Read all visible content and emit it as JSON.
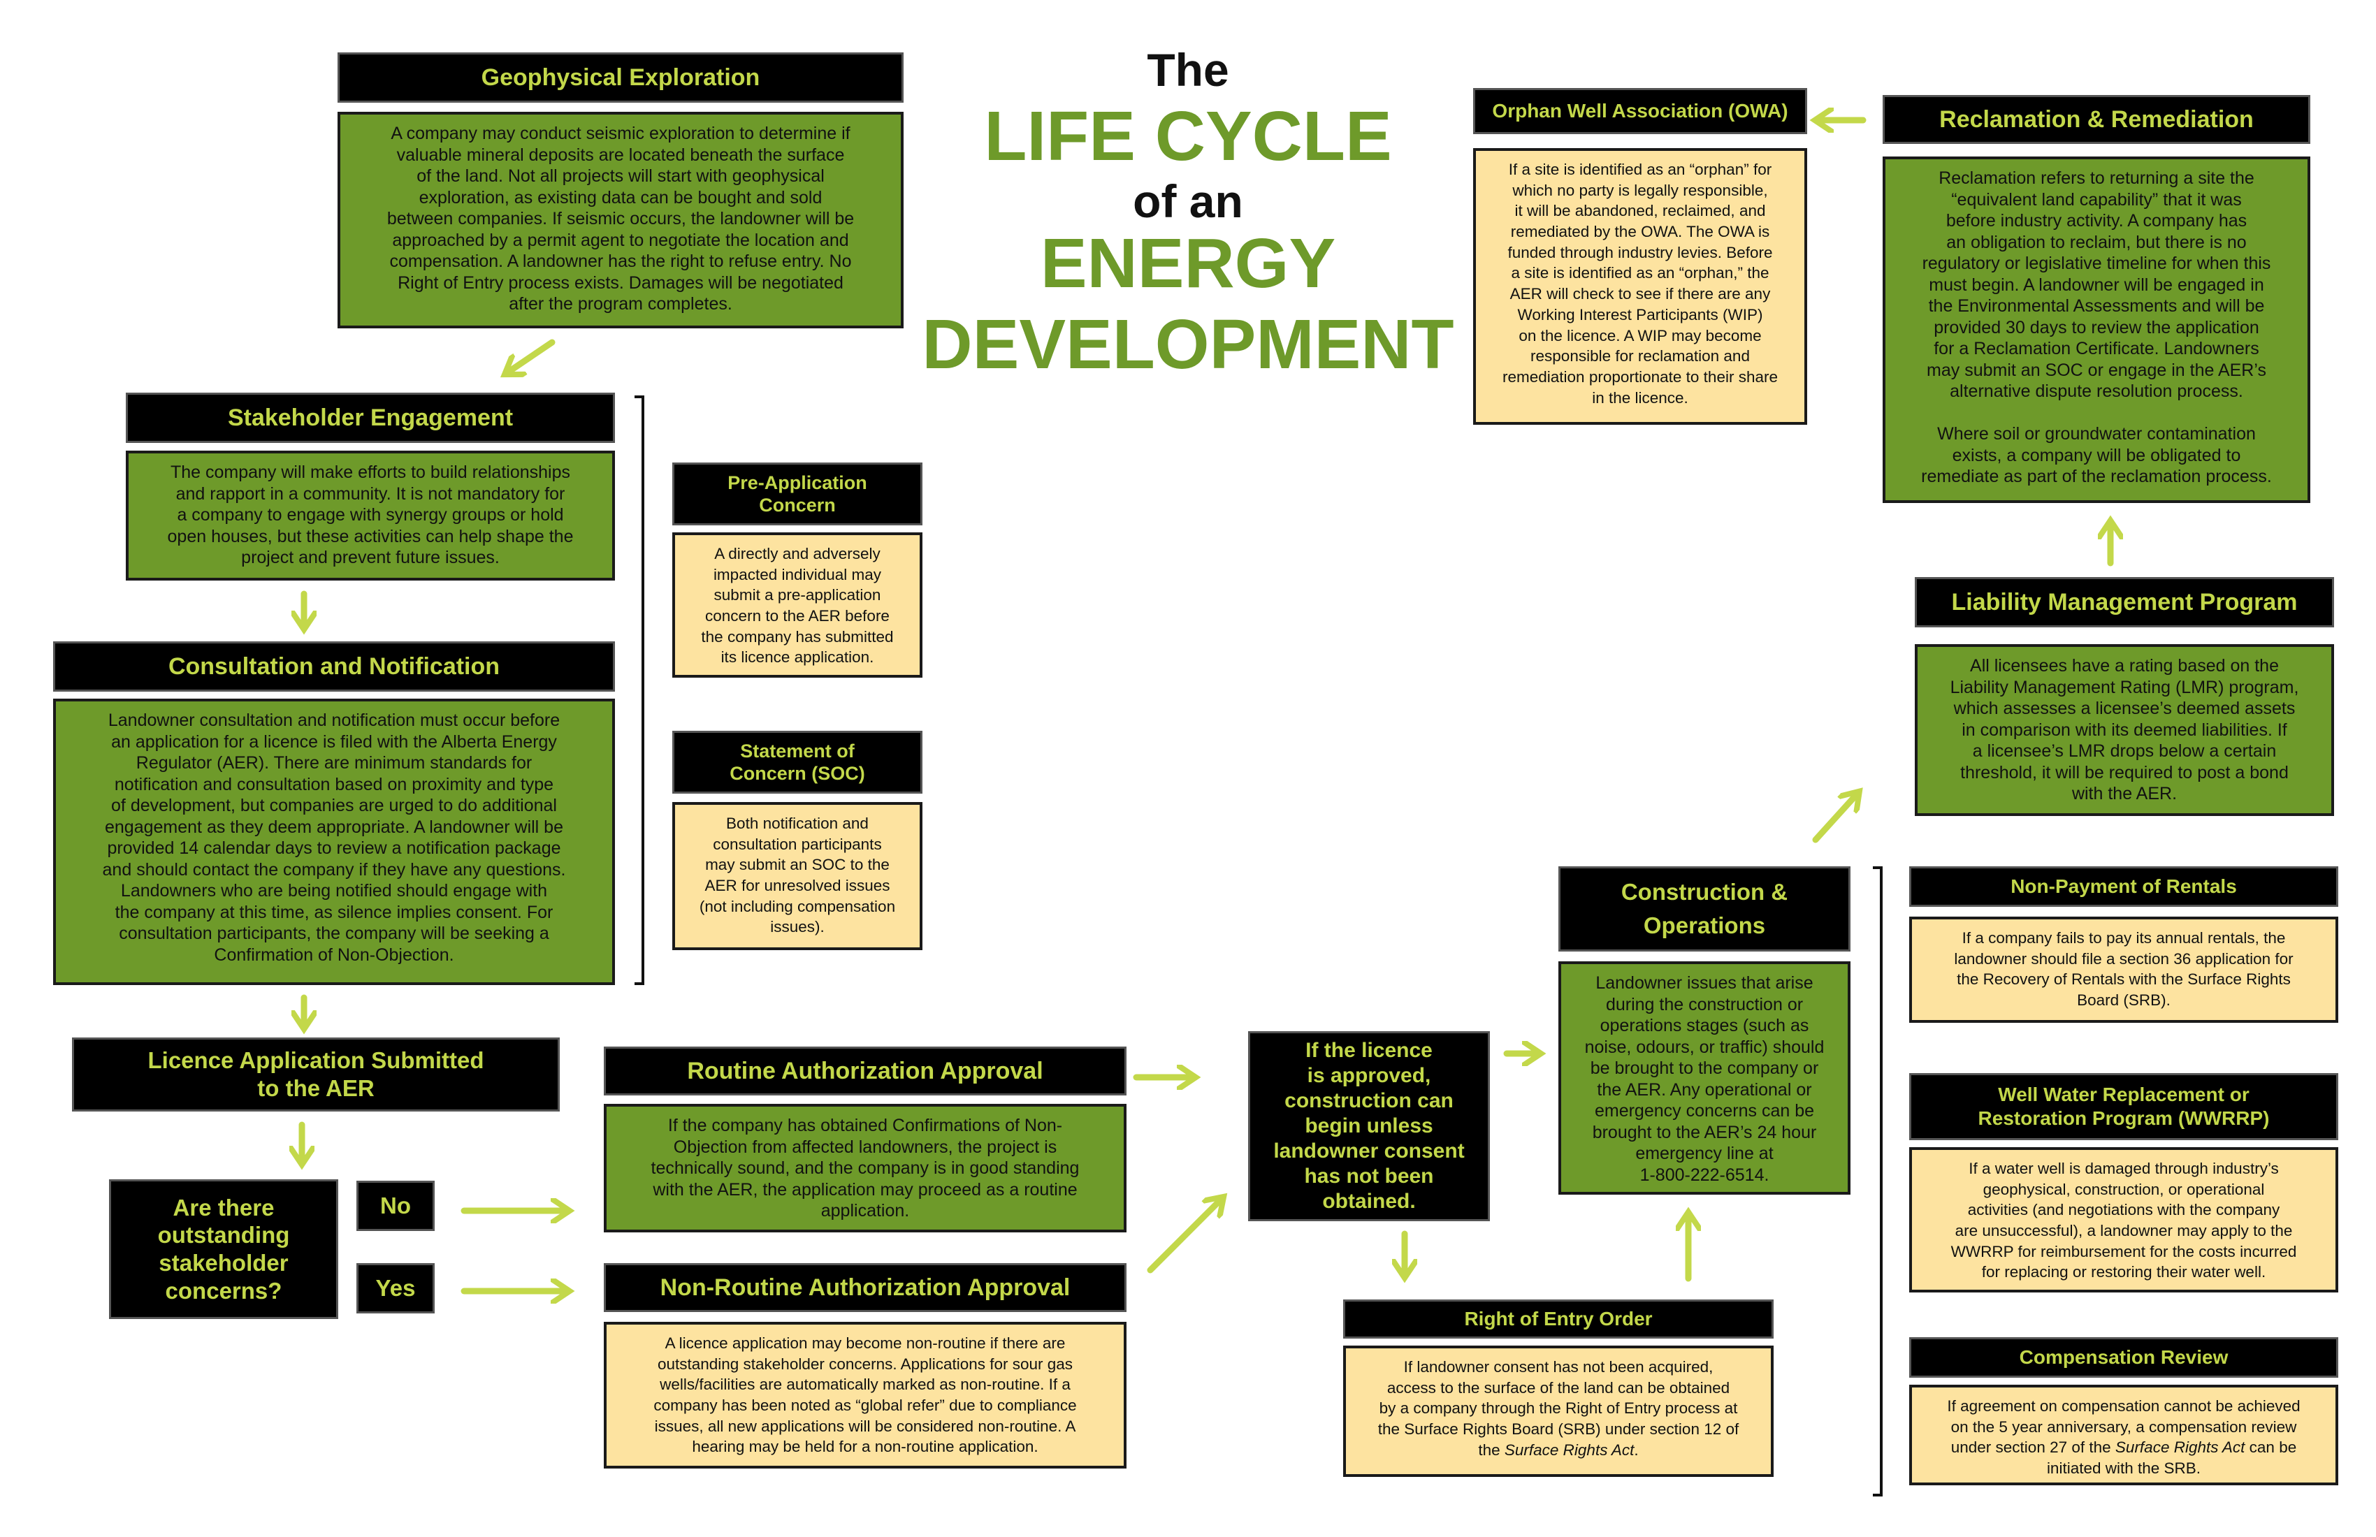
{
  "title": {
    "line1": "The",
    "line2": "LIFE CYCLE",
    "line3": "of an",
    "line4": "ENERGY",
    "line5": "DEVELOPMENT"
  },
  "colors": {
    "accent_green": "#6e9a2a",
    "header_text": "#c3d84a",
    "note_yellow": "#fde3a0",
    "arrow_green": "#c3d84a"
  },
  "geophysical": {
    "header": "Geophysical Exploration",
    "body": "A company may conduct seismic exploration to determine if\nvaluable mineral deposits are located beneath the surface\nof the land. Not all projects will start with geophysical\nexploration, as existing data can be bought and sold\nbetween companies.  If seismic occurs, the landowner will be\napproached by a permit agent to negotiate the location and\ncompensation.  A landowner has the right to refuse entry.  No\nRight of Entry process exists.  Damages will be negotiated\nafter the program completes."
  },
  "stakeholder": {
    "header": "Stakeholder Engagement",
    "body": "The company will make efforts to build relationships\nand rapport in a community.  It is not mandatory for\na company to engage with synergy groups or hold\nopen houses, but these activities can help shape the\nproject and prevent future issues."
  },
  "consultation": {
    "header": "Consultation and Notification",
    "body": "Landowner consultation and notification must occur before\nan application for a licence is filed with the Alberta Energy\nRegulator (AER).  There are minimum standards for\nnotification and consultation based on proximity and type\nof development, but companies are urged to do additional\nengagement as they deem appropriate.  A landowner will be\nprovided 14 calendar days to review a notification package\nand should contact the company if they have any questions.\nLandowners who are being notified should engage with\nthe company at this time, as silence implies consent.  For\nconsultation participants, the company will be seeking a\nConfirmation of Non-Objection."
  },
  "pre_application": {
    "header": "Pre-Application\nConcern",
    "body": "A directly and adversely\nimpacted individual may\nsubmit a pre-application\nconcern to the AER before\nthe company has submitted\nits licence application."
  },
  "soc": {
    "header": "Statement of\nConcern (SOC)",
    "body": "Both notification and\nconsultation participants\nmay submit an SOC to the\nAER for unresolved issues\n(not including compensation\nissues)."
  },
  "licence_application": {
    "header": "Licence Application Submitted\nto the AER"
  },
  "question": {
    "text": "Are there\noutstanding\nstakeholder\nconcerns?",
    "no_label": "No",
    "yes_label": "Yes"
  },
  "routine": {
    "header": "Routine Authorization Approval",
    "body": "If the company has obtained Confirmations of Non-\nObjection from affected landowners, the project is\ntechnically sound, and the company is in good standing\nwith the AER, the application may proceed as a routine\napplication."
  },
  "non_routine": {
    "header": "Non-Routine Authorization Approval",
    "body": "A licence application may become non-routine if there are\noutstanding stakeholder concerns.  Applications for sour gas\nwells/facilities are automatically marked as non-routine.  If a\ncompany has been noted as “global refer” due to compliance\nissues, all new applications will be considered non-routine.  A\nhearing may be held for a non-routine application."
  },
  "licence_approved": {
    "text": "If the licence\nis approved,\nconstruction can\nbegin unless\nlandowner consent\nhas not been\nobtained."
  },
  "right_of_entry": {
    "header": "Right of Entry Order",
    "body_before": "If landowner consent has not been acquired,\naccess to the surface of the land can be obtained\nby a company through the Right of Entry process at\nthe Surface Rights Board (SRB) under section 12 of\nthe ",
    "body_italic": "Surface Rights Act",
    "body_after": "."
  },
  "construction": {
    "header": "Construction &\nOperations",
    "body": "Landowner issues that arise\nduring the construction or\noperations stages (such as\nnoise, odours, or traffic) should\nbe brought to the company or\nthe AER.  Any operational or\nemergency concerns can be\nbrought to the AER’s 24 hour\nemergency line at\n1-800-222-6514."
  },
  "owa": {
    "header": "Orphan Well Association (OWA)",
    "body": "If a site is identified as an “orphan” for\nwhich no party is legally responsible,\nit will be abandoned, reclaimed, and\nremediated by the OWA.  The OWA is\nfunded through industry levies.  Before\na site is identified as an “orphan,” the\nAER will check to see if there are any\nWorking Interest Participants (WIP)\non the licence.  A WIP may become\nresponsible for reclamation and\nremediation proportionate to their share\nin the licence."
  },
  "reclamation": {
    "header": "Reclamation & Remediation",
    "body": "Reclamation refers to returning a site the\n“equivalent land capability” that it was\nbefore industry activity.  A company has\nan obligation to reclaim, but there is no\nregulatory or legislative timeline for when this\nmust begin.  A landowner will be engaged in\nthe Environmental Assessments and will be\nprovided 30 days to review the application\nfor a Reclamation Certificate.  Landowners\nmay submit an SOC or engage in the AER’s\nalternative dispute resolution process.\n\nWhere soil or groundwater contamination\nexists, a company will be obligated to\nremediate as part of the reclamation process."
  },
  "liability": {
    "header": "Liability Management Program",
    "body": "All licensees have a rating based on the\nLiability Management Rating (LMR) program,\nwhich assesses a licensee’s deemed assets\nin comparison with its deemed liabilities.  If\na licensee’s LMR drops below a certain\nthreshold, it will be required to post a bond\nwith the AER."
  },
  "non_payment": {
    "header": "Non-Payment of Rentals",
    "body": "If a company fails to pay its annual rentals, the\nlandowner should file a section 36 application for\nthe Recovery of Rentals with the Surface Rights\nBoard (SRB)."
  },
  "wwrrp": {
    "header": "Well Water Replacement or\nRestoration Program (WWRRP)",
    "body": "If a water well is damaged through industry’s\ngeophysical, construction, or operational\nactivities (and negotiations with the company\nare unsuccessful), a landowner may apply to the\nWWRRP for reimbursement for the costs incurred\nfor replacing or restoring their water well."
  },
  "compensation": {
    "header": "Compensation Review",
    "body_before": "If agreement on compensation cannot be achieved\non the 5 year anniversary, a compensation review\nunder section 27 of the ",
    "body_italic": "Surface Rights Act",
    "body_after": " can be\ninitiated with the SRB."
  }
}
